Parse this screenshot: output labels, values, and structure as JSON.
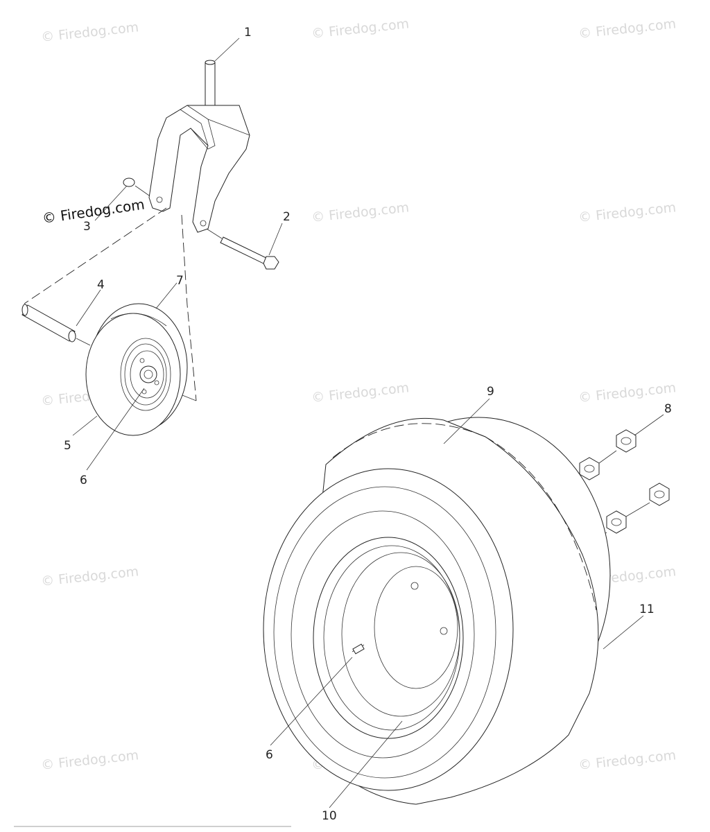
{
  "diagram": {
    "part_numbers": [
      "1",
      "2",
      "3",
      "4",
      "5",
      "6",
      "7",
      "8",
      "9",
      "10",
      "11"
    ],
    "part_number_6_second": "6"
  },
  "watermark": {
    "text": "© Firedog.com"
  },
  "footer": {
    "note": ""
  }
}
